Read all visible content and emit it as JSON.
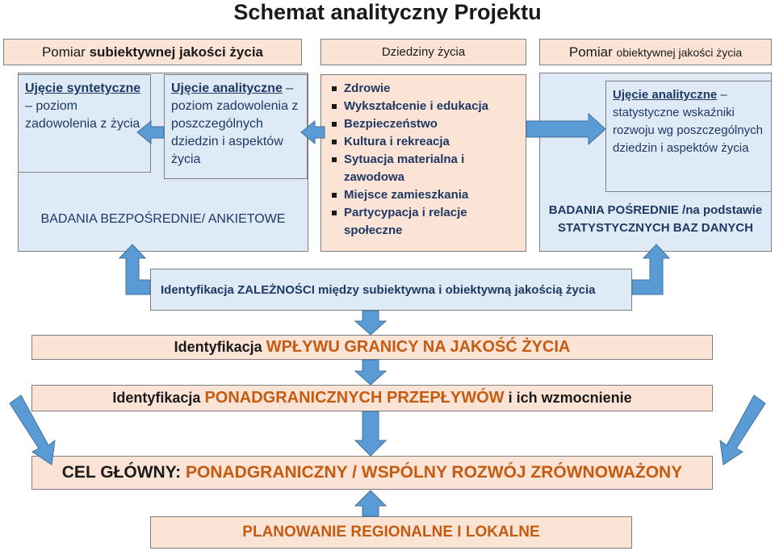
{
  "title": "Schemat analityczny Projektu",
  "headers": {
    "subjective_prefix": "Pomiar",
    "subjective_rest": "subiektywnej jakości życia",
    "domains": "Dziedziny życia",
    "objective_prefix": "Pomiar",
    "objective_rest": "obiektywnej jakości życia"
  },
  "synthetic": {
    "label": "Ujęcie syntetyczne",
    "dash": " –",
    "text": "poziom zadowolenia z życia"
  },
  "analytical_subj": {
    "label": "Ujęcie analityczne",
    "dash": " –",
    "text": "poziom zadowolenia z poszczególnych dziedzin i aspektów życia"
  },
  "direct_research": "BADANIA BEZPOŚREDNIE/ ANKIETOWE",
  "domains": [
    "Zdrowie",
    "Wykształcenie i edukacja",
    "Bezpieczeństwo",
    "Kultura i rekreacja",
    "Sytuacja materialna i zawodowa",
    "Miejsce zamieszkania",
    "Partycypacja i relacje społeczne"
  ],
  "analytical_obj": {
    "label": "Ujęcie analityczne",
    "dash": " –",
    "text": "statystyczne wskaźniki rozwoju wg poszczególnych dziedzin i aspektów życia"
  },
  "indirect_research": "BADANIA POŚREDNIE /na podstawie STATYSTYCZNYCH BAZ DANYCH",
  "dependency": "Identyfikacja ZALEŻNOŚCI między subiektywna i obiektywną jakością życia",
  "border_impact": {
    "prefix": "Identyfikacja",
    "highlight": "WPŁYWU GRANICY NA JAKOŚĆ ŻYCIA"
  },
  "cross_border": {
    "prefix": "Identyfikacja",
    "highlight": "PONADGRANICZNYCH PRZEPŁYWÓW",
    "suffix": "i ich wzmocnienie"
  },
  "goal": {
    "prefix": "CEL GŁÓWNY:",
    "highlight": "PONADGRANICZNY / WSPÓLNY ROZWÓJ ZRÓWNOWAŻONY"
  },
  "planning": "PLANOWANIE REGIONALNE I LOKALNE",
  "colors": {
    "box_blue": "#deebf7",
    "box_peach": "#fbe4d5",
    "arrow_blue": "#5b9bd5",
    "highlight_orange": "#c55a11"
  }
}
